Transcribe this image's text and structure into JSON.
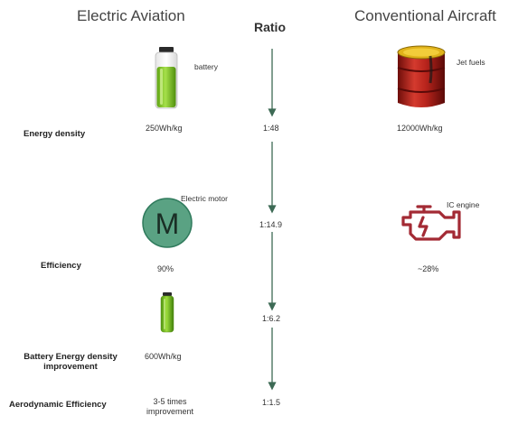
{
  "headers": {
    "electric": "Electric Aviation",
    "ratio": "Ratio",
    "conventional": "Conventional Aircraft"
  },
  "icons": {
    "battery_label": "battery",
    "jet_fuel_label": "Jet fuels",
    "motor_label": "Electric motor",
    "motor_letter": "M",
    "engine_label": "IC engine"
  },
  "rows": {
    "energy_density": {
      "label": "Energy density",
      "electric": "250Wh/kg",
      "ratio": "1:48",
      "conventional": "12000Wh/kg"
    },
    "efficiency": {
      "label": "Efficiency",
      "electric": "90%",
      "ratio": "1:14.9",
      "conventional": "~28%"
    },
    "battery_improvement": {
      "label_line1": "Battery Energy density",
      "label_line2": "improvement",
      "electric": "600Wh/kg",
      "ratio": "1:6.2"
    },
    "aero_efficiency": {
      "label": "Aerodynamic Efficiency",
      "electric_line1": "3-5 times",
      "electric_line2": "improvement",
      "ratio": "1:1.5"
    }
  },
  "colors": {
    "arrow": "#3d6a55",
    "battery_green": "#7dc21e",
    "motor_fill": "#5aa283",
    "motor_stroke": "#2f7a5c",
    "barrel_red": "#b8241c",
    "engine_red": "#a32a34"
  }
}
